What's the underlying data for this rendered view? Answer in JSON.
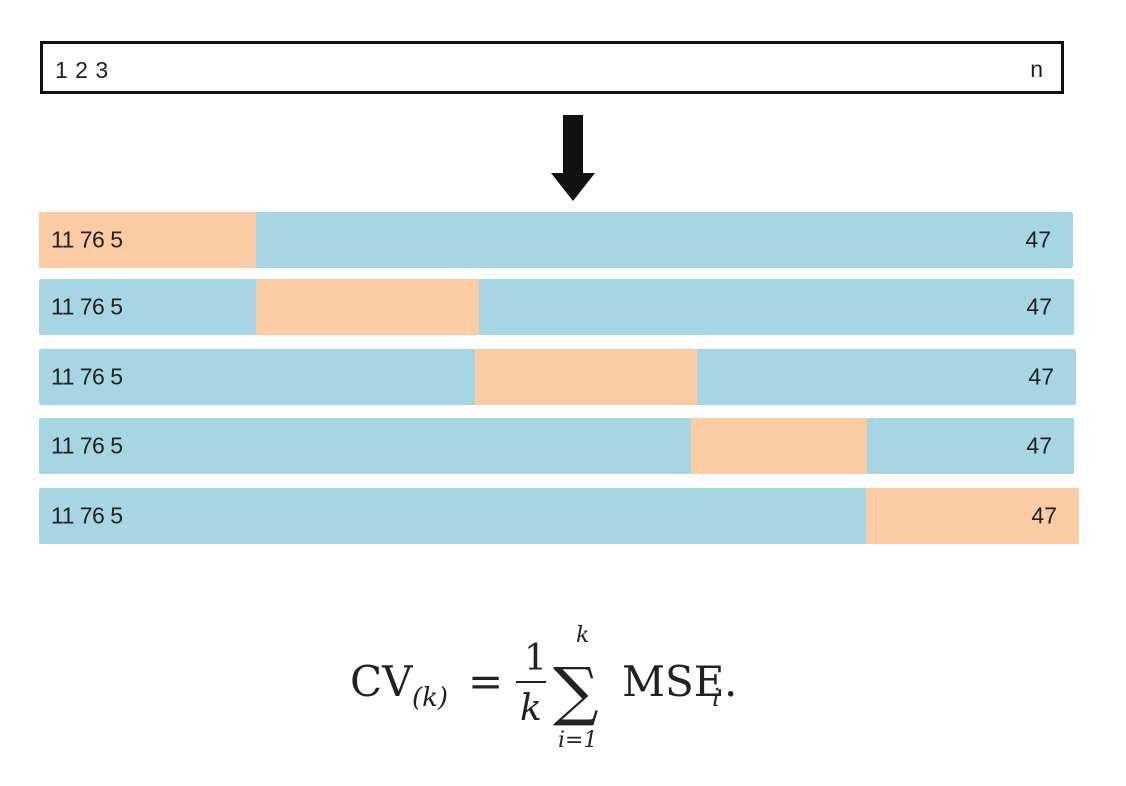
{
  "dataset": {
    "left_label": "1 2 3",
    "right_label": "n"
  },
  "colors": {
    "training": "#a6d6e4",
    "validation": "#fbcba4",
    "border": "#111111",
    "text": "#222222"
  },
  "folds": [
    {
      "left_label": "11 76 5",
      "right_label": "47",
      "validation_start": 0.0,
      "validation_end": 0.21
    },
    {
      "left_label": "11 76 5",
      "right_label": "47",
      "validation_start": 0.21,
      "validation_end": 0.425
    },
    {
      "left_label": "11 76 5",
      "right_label": "47",
      "validation_start": 0.42,
      "validation_end": 0.635
    },
    {
      "left_label": "11 76 5",
      "right_label": "47",
      "validation_start": 0.63,
      "validation_end": 0.8
    },
    {
      "left_label": "11 76 5",
      "right_label": "47",
      "validation_start": 0.795,
      "validation_end": 1.0
    }
  ],
  "formula": {
    "lhs": "CV",
    "lhs_subscript": "(k)",
    "equals": "=",
    "numerator": "1",
    "denominator": "k",
    "sum_symbol": "∑",
    "sum_upper": "k",
    "sum_lower": "i=1",
    "term": "MSE",
    "term_subscript": "i",
    "period": "."
  }
}
